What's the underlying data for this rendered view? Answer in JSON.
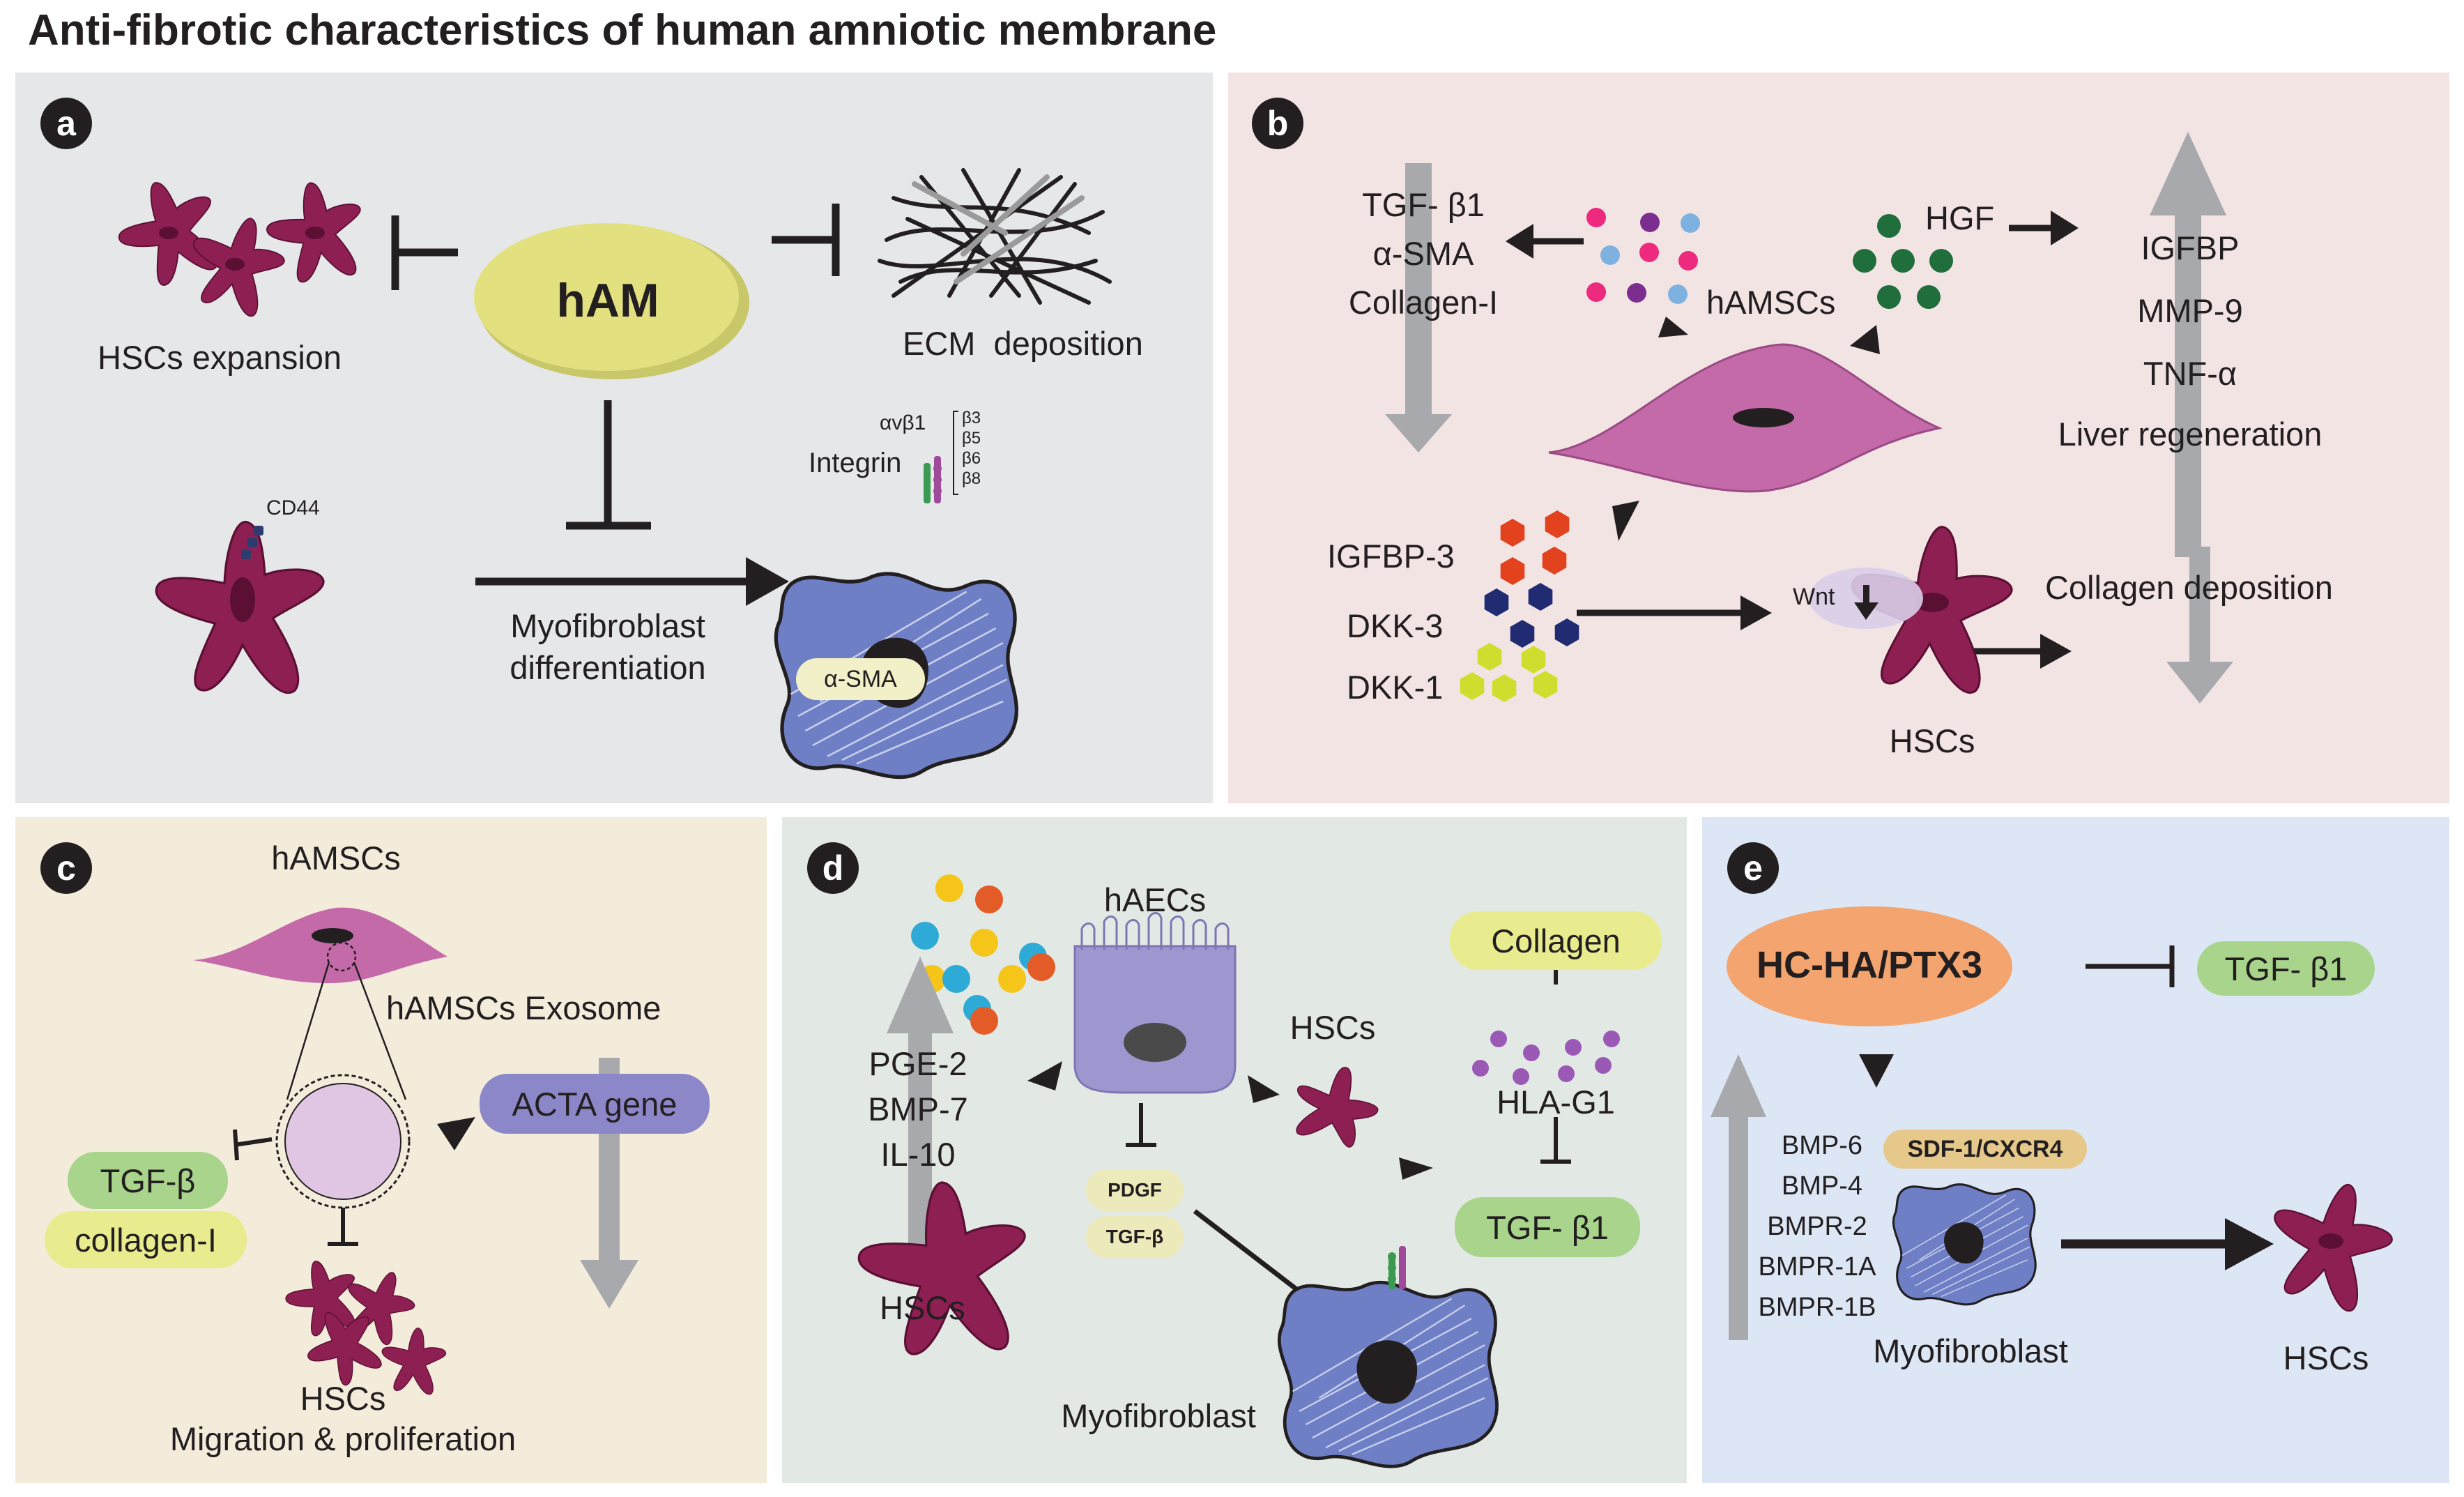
{
  "title": "Anti-fibrotic characteristics of human amniotic membrane",
  "colors": {
    "panel_a": "#e6e7e8",
    "panel_b": "#f3e4e4",
    "panel_c": "#f4ecdb",
    "panel_d": "#e2e9e4",
    "panel_e": "#dce6f4",
    "hsc": "#8d1f52",
    "myofibroblast": "#6e7fc6",
    "hamsc": "#c46aa8",
    "ham": "#e3e17f",
    "green_pill": "#a8d48c",
    "yellow_pill": "#e8ec8f",
    "purple_pill": "#8c87c9",
    "orange_oval": "#f4a46e",
    "gray_arrow": "#a7a9ac"
  },
  "panel_a": {
    "badge": "a",
    "center_label": "hAM",
    "hsc_expansion": "HSCs expansion",
    "ecm_deposition": "ECM  deposition",
    "cd44": "CD44",
    "myofibroblast_differentiation": [
      "Myofibroblast",
      "differentiation"
    ],
    "integrin": "Integrin",
    "avb1": "αvβ1",
    "betas": [
      "β3",
      "β5",
      "β6",
      "β8"
    ],
    "asma": "α-SMA"
  },
  "panel_b": {
    "badge": "b",
    "left_list": [
      "TGF- β1",
      "α-SMA",
      "Collagen-I"
    ],
    "hamscs": "hAMSCs",
    "hgf": "HGF",
    "right_list": [
      "IGFBP",
      "MMP-9",
      "TNF-α",
      "Liver regeneration"
    ],
    "lower_list": [
      "IGFBP-3",
      "DKK-3",
      "DKK-1"
    ],
    "wnt": "Wnt",
    "hscs": "HSCs",
    "collagen_deposition": "Collagen deposition"
  },
  "panel_c": {
    "badge": "c",
    "hamscs": "hAMSCs",
    "exosome": "hAMSCs Exosome",
    "acta_gene": "ACTA gene",
    "tgfb": "TGF-β",
    "collagen_i": "collagen-I",
    "hscs": "HSCs",
    "migration": "Migration & proliferation"
  },
  "panel_d": {
    "badge": "d",
    "haecs": "hAECs",
    "up_list": [
      "PGE-2",
      "BMP-7",
      "IL-10"
    ],
    "hscs_right": "HSCs",
    "collagen": "Collagen",
    "hlag1": "HLA-G1",
    "tgfb1": "TGF- β1",
    "pdgf": "PDGF",
    "tgfb_small": "TGF-β",
    "hscs_left": "HSCs",
    "myofibroblast": "Myofibroblast"
  },
  "panel_e": {
    "badge": "e",
    "hcha": "HC-HA/PTX3",
    "tgfb1": "TGF- β1",
    "up_list": [
      "BMP-6",
      "BMP-4",
      "BMPR-2",
      "BMPR-1A",
      "BMPR-1B"
    ],
    "sdf": "SDF-1/CXCR4",
    "myofibroblast": "Myofibroblast",
    "hscs": "HSCs"
  }
}
